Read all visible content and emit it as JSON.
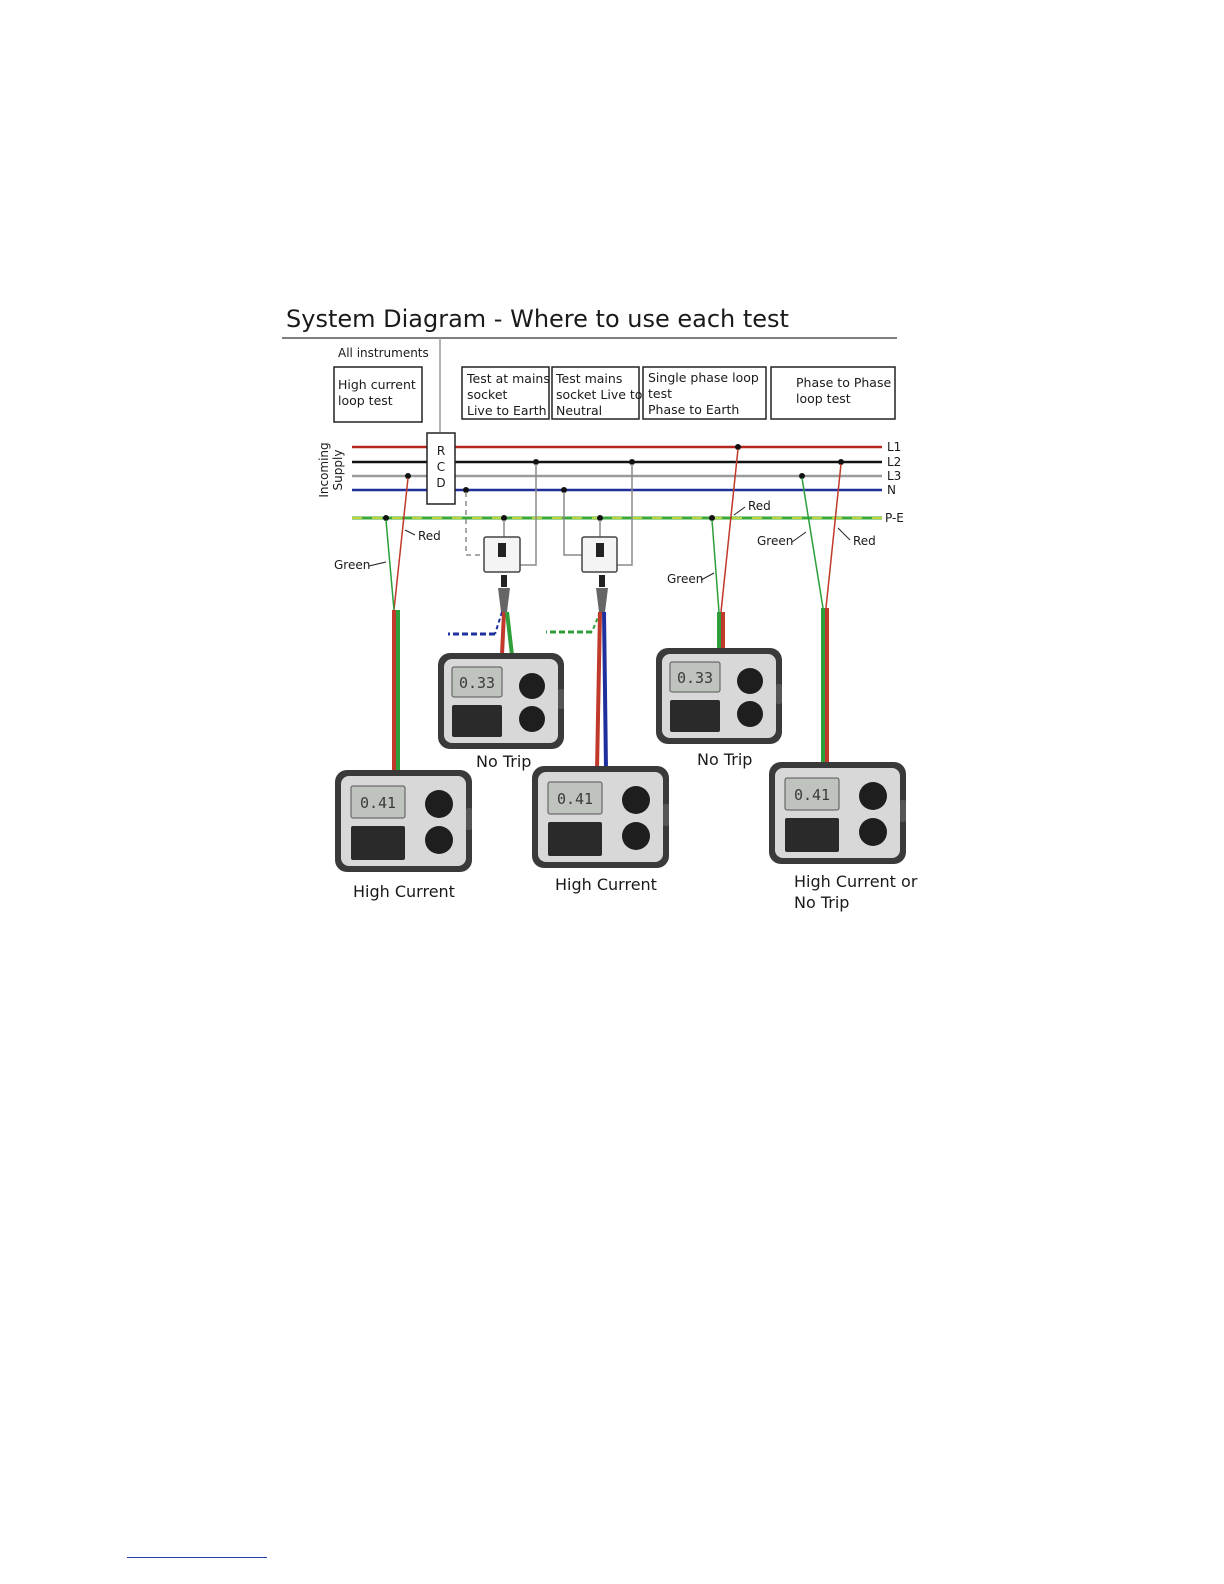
{
  "title": "System Diagram - Where to use each test",
  "header": {
    "all_instruments": "All instruments",
    "boxes": [
      {
        "lines": [
          "High current",
          "loop test"
        ]
      },
      {
        "lines": [
          "Test at  mains",
          "socket",
          "Live to Earth"
        ]
      },
      {
        "lines": [
          "Test mains",
          "socket Live to",
          "Neutral"
        ]
      },
      {
        "lines": [
          "Single phase loop",
          "test",
          "Phase to Earth"
        ]
      },
      {
        "lines": [
          "Phase to Phase",
          "loop test"
        ]
      }
    ]
  },
  "supply": {
    "incoming": [
      "Incoming",
      "Supply"
    ],
    "rcd": [
      "R",
      "C",
      "D"
    ]
  },
  "rails": [
    {
      "label": "L1",
      "color": "#b3261e"
    },
    {
      "label": "L2",
      "color": "#111111"
    },
    {
      "label": "L3",
      "color": "#9a9a9a"
    },
    {
      "label": "N",
      "color": "#1f2f9c"
    },
    {
      "label": "P-E",
      "color": "#3aa83a"
    }
  ],
  "leads": {
    "red": "Red",
    "green": "Green"
  },
  "meters": [
    {
      "reading": "0.33",
      "caption": [
        "No Trip"
      ]
    },
    {
      "reading": "0.33",
      "caption": [
        "No Trip"
      ]
    },
    {
      "reading": "0.41",
      "caption": [
        "High Current"
      ]
    },
    {
      "reading": "0.41",
      "caption": [
        "High Current"
      ]
    },
    {
      "reading": "0.41",
      "caption": [
        "High Current or",
        "No Trip"
      ]
    }
  ],
  "colors": {
    "phase_red": "#c0392b",
    "green_lead": "#2e9e3a",
    "neutral_blue": "#1f2f9c",
    "meter_body": "#3a3a3a",
    "lcd": "#bfc3bd"
  }
}
